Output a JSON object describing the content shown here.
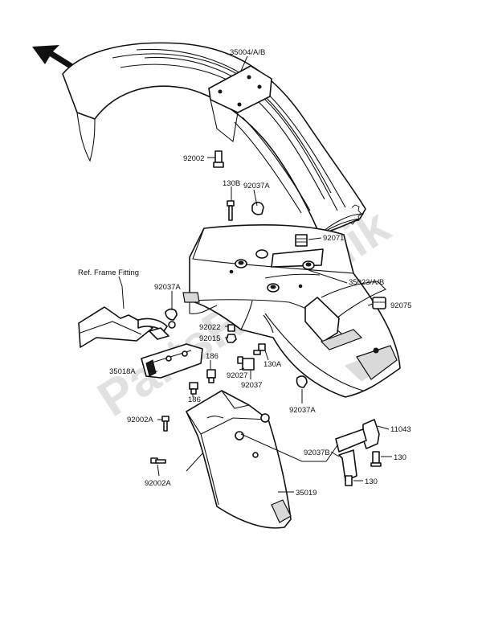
{
  "watermark": "PartsRepublik",
  "direction_arrow": "front-arrow-icon",
  "labels": {
    "front_fender": "35004/A/B",
    "bolt_front": "92002",
    "bolt_130b": "130B",
    "cap_92037a_top": "92037A",
    "grommet_92071": "92071",
    "rear_fender_front": "35023/A/B",
    "cushion_92075": "92075",
    "ref_frame": "Ref. Frame Fitting",
    "cap_92037a_left": "92037A",
    "collar_92022": "92022",
    "nut_92015": "92015",
    "bolt_186_top": "186",
    "bolt_130a": "130A",
    "bracket_35018a": "35018A",
    "clip_92027": "92027",
    "cap_92037": "92037",
    "bolt_186_bottom": "186",
    "cap_92037a_bottom": "92037A",
    "bracket_11043": "11043",
    "bolt_92002a_top": "92002A",
    "bolt_130_top": "130",
    "clamp_92037b": "92037B",
    "bolt_130_bottom": "130",
    "bolt_92002a_bottom": "92002A",
    "rear_fender_rear": "35019"
  }
}
